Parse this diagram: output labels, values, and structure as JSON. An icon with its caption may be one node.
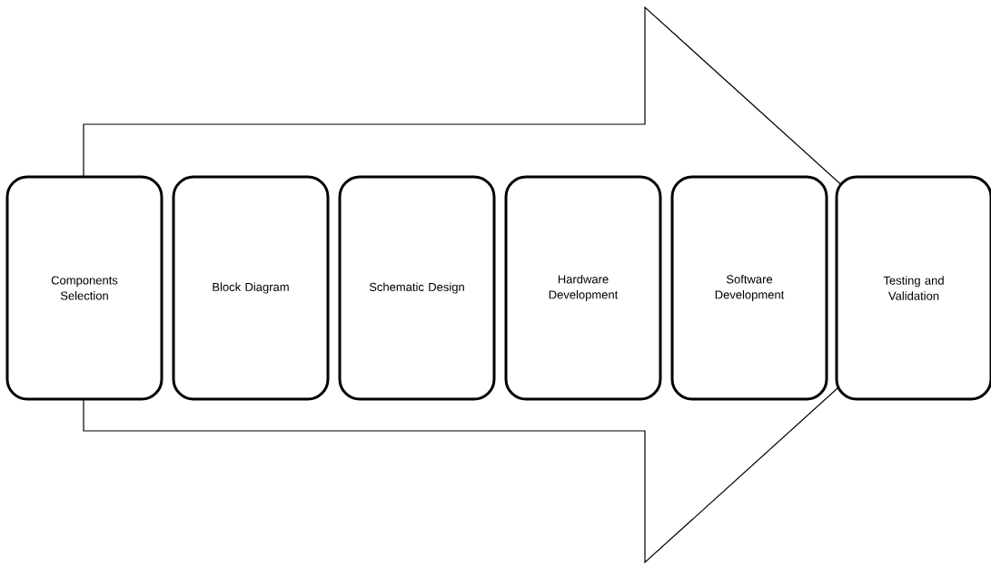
{
  "diagram": {
    "nodes": [
      {
        "text": [
          "Components Selection"
        ]
      },
      {
        "text": [
          "Block Diagram"
        ]
      },
      {
        "text": [
          "Schematic Design"
        ]
      },
      {
        "text": [
          "Hardware Development"
        ]
      },
      {
        "text": [
          "Software Development"
        ]
      },
      {
        "text": [
          "Testing and Validation"
        ]
      }
    ],
    "edges": [
      {
        "from": 0,
        "to": 5,
        "arrow": "to"
      }
    ]
  }
}
